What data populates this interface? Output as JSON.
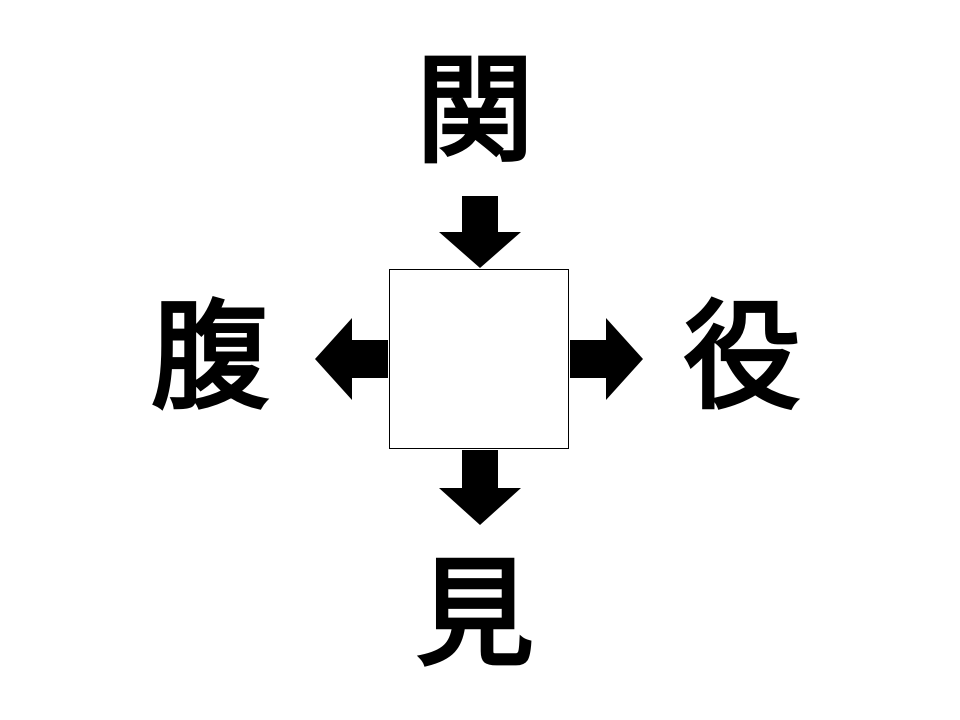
{
  "puzzle": {
    "top": "関",
    "left": "腹",
    "right": "役",
    "bottom": "見",
    "answer": ""
  },
  "colors": {
    "ink": "#000000",
    "background": "#ffffff"
  },
  "icons": {
    "top": "arrow-down-icon",
    "left": "arrow-left-icon",
    "right": "arrow-right-icon",
    "bottom": "arrow-down-icon"
  }
}
